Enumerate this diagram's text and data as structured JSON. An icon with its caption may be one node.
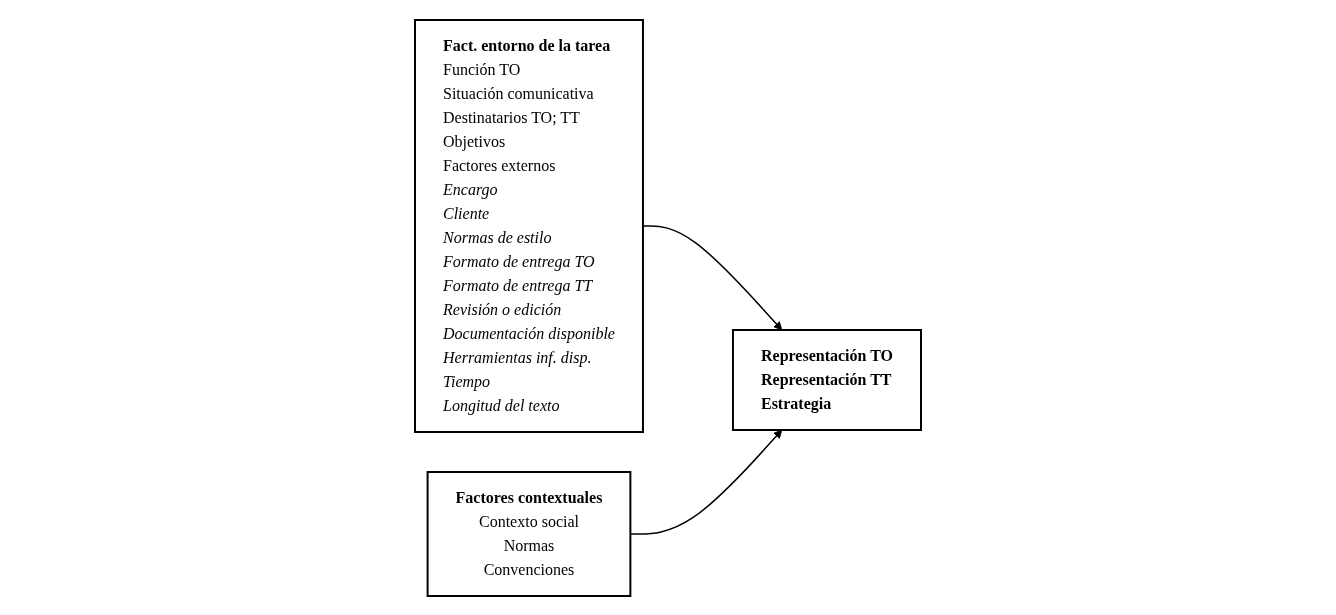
{
  "diagram": {
    "nodes": [
      {
        "text": [
          "Fact. entorno de la tarea",
          "Función TO",
          "Situación comunicativa",
          "Destinatarios TO; TT",
          "Objetivos",
          "Factores externos",
          "Encargo",
          "Cliente",
          "Normas de estilo",
          "Formato de entrega TO",
          "Formato de entrega TT",
          "Revisión o edición",
          "Documentación disponible",
          "Herramientas inf. disp.",
          "Tiempo",
          "Longitud del texto"
        ]
      },
      {
        "text": [
          "Representación TO",
          "Representación TT",
          "Estrategia"
        ]
      },
      {
        "text": [
          "Factores contextuales",
          "Contexto social",
          "Normas",
          "Convenciones"
        ]
      }
    ],
    "edges": [
      {
        "from": 0,
        "to": 1,
        "arrow": "to"
      },
      {
        "from": 2,
        "to": 1,
        "arrow": "to"
      }
    ]
  }
}
